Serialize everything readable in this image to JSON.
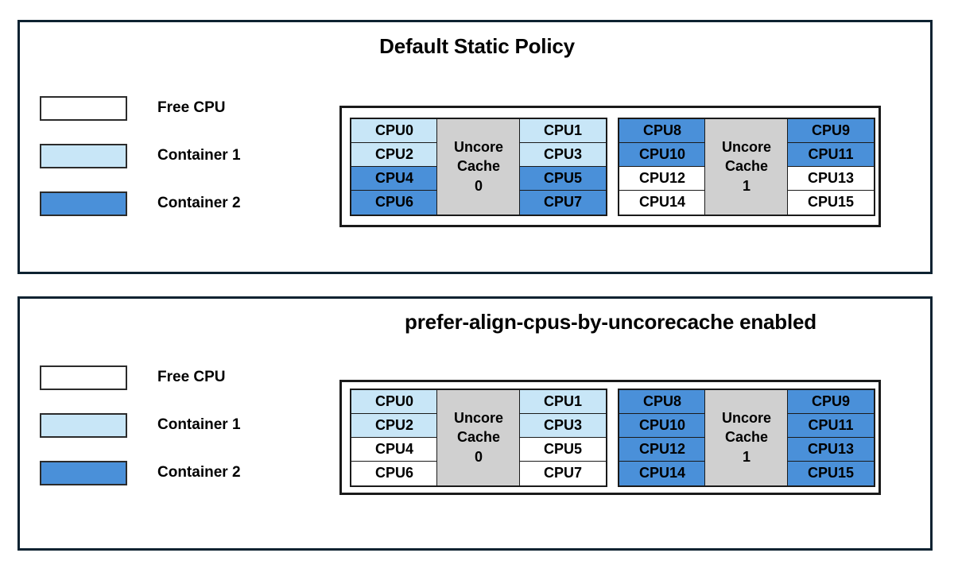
{
  "colors": {
    "free_cpu": "#ffffff",
    "container_1": "#c8e6f7",
    "container_2": "#4a90d9",
    "uncore_cache": "#d0d0d0",
    "panel_border": "#0d2231",
    "cell_border": "#1a1a1a"
  },
  "panels": [
    {
      "id": "default-static-policy",
      "title": "Default Static Policy",
      "legend": {
        "items": [
          {
            "label": "Free CPU",
            "swatch": "free"
          },
          {
            "label": "Container 1",
            "swatch": "c1"
          },
          {
            "label": "Container 2",
            "swatch": "c2"
          }
        ]
      },
      "diagram": {
        "groups": [
          {
            "cache_label_line1": "Uncore",
            "cache_label_line2": "Cache",
            "cache_label_line3": "0",
            "left_column": [
              {
                "label": "CPU0",
                "state": "c1"
              },
              {
                "label": "CPU2",
                "state": "c1"
              },
              {
                "label": "CPU4",
                "state": "c2"
              },
              {
                "label": "CPU6",
                "state": "c2"
              }
            ],
            "right_column": [
              {
                "label": "CPU1",
                "state": "c1"
              },
              {
                "label": "CPU3",
                "state": "c1"
              },
              {
                "label": "CPU5",
                "state": "c2"
              },
              {
                "label": "CPU7",
                "state": "c2"
              }
            ]
          },
          {
            "cache_label_line1": "Uncore",
            "cache_label_line2": "Cache",
            "cache_label_line3": "1",
            "left_column": [
              {
                "label": "CPU8",
                "state": "c2"
              },
              {
                "label": "CPU10",
                "state": "c2"
              },
              {
                "label": "CPU12",
                "state": "free"
              },
              {
                "label": "CPU14",
                "state": "free"
              }
            ],
            "right_column": [
              {
                "label": "CPU9",
                "state": "c2"
              },
              {
                "label": "CPU11",
                "state": "c2"
              },
              {
                "label": "CPU13",
                "state": "free"
              },
              {
                "label": "CPU15",
                "state": "free"
              }
            ]
          }
        ]
      }
    },
    {
      "id": "prefer-align-cpus-by-uncorecache",
      "title": "prefer-align-cpus-by-uncorecache enabled",
      "legend": {
        "items": [
          {
            "label": "Free CPU",
            "swatch": "free"
          },
          {
            "label": "Container 1",
            "swatch": "c1"
          },
          {
            "label": "Container 2",
            "swatch": "c2"
          }
        ]
      },
      "diagram": {
        "groups": [
          {
            "cache_label_line1": "Uncore",
            "cache_label_line2": "Cache",
            "cache_label_line3": "0",
            "left_column": [
              {
                "label": "CPU0",
                "state": "c1"
              },
              {
                "label": "CPU2",
                "state": "c1"
              },
              {
                "label": "CPU4",
                "state": "free"
              },
              {
                "label": "CPU6",
                "state": "free"
              }
            ],
            "right_column": [
              {
                "label": "CPU1",
                "state": "c1"
              },
              {
                "label": "CPU3",
                "state": "c1"
              },
              {
                "label": "CPU5",
                "state": "free"
              },
              {
                "label": "CPU7",
                "state": "free"
              }
            ]
          },
          {
            "cache_label_line1": "Uncore",
            "cache_label_line2": "Cache",
            "cache_label_line3": "1",
            "left_column": [
              {
                "label": "CPU8",
                "state": "c2"
              },
              {
                "label": "CPU10",
                "state": "c2"
              },
              {
                "label": "CPU12",
                "state": "c2"
              },
              {
                "label": "CPU14",
                "state": "c2"
              }
            ],
            "right_column": [
              {
                "label": "CPU9",
                "state": "c2"
              },
              {
                "label": "CPU11",
                "state": "c2"
              },
              {
                "label": "CPU13",
                "state": "c2"
              },
              {
                "label": "CPU15",
                "state": "c2"
              }
            ]
          }
        ]
      }
    }
  ]
}
